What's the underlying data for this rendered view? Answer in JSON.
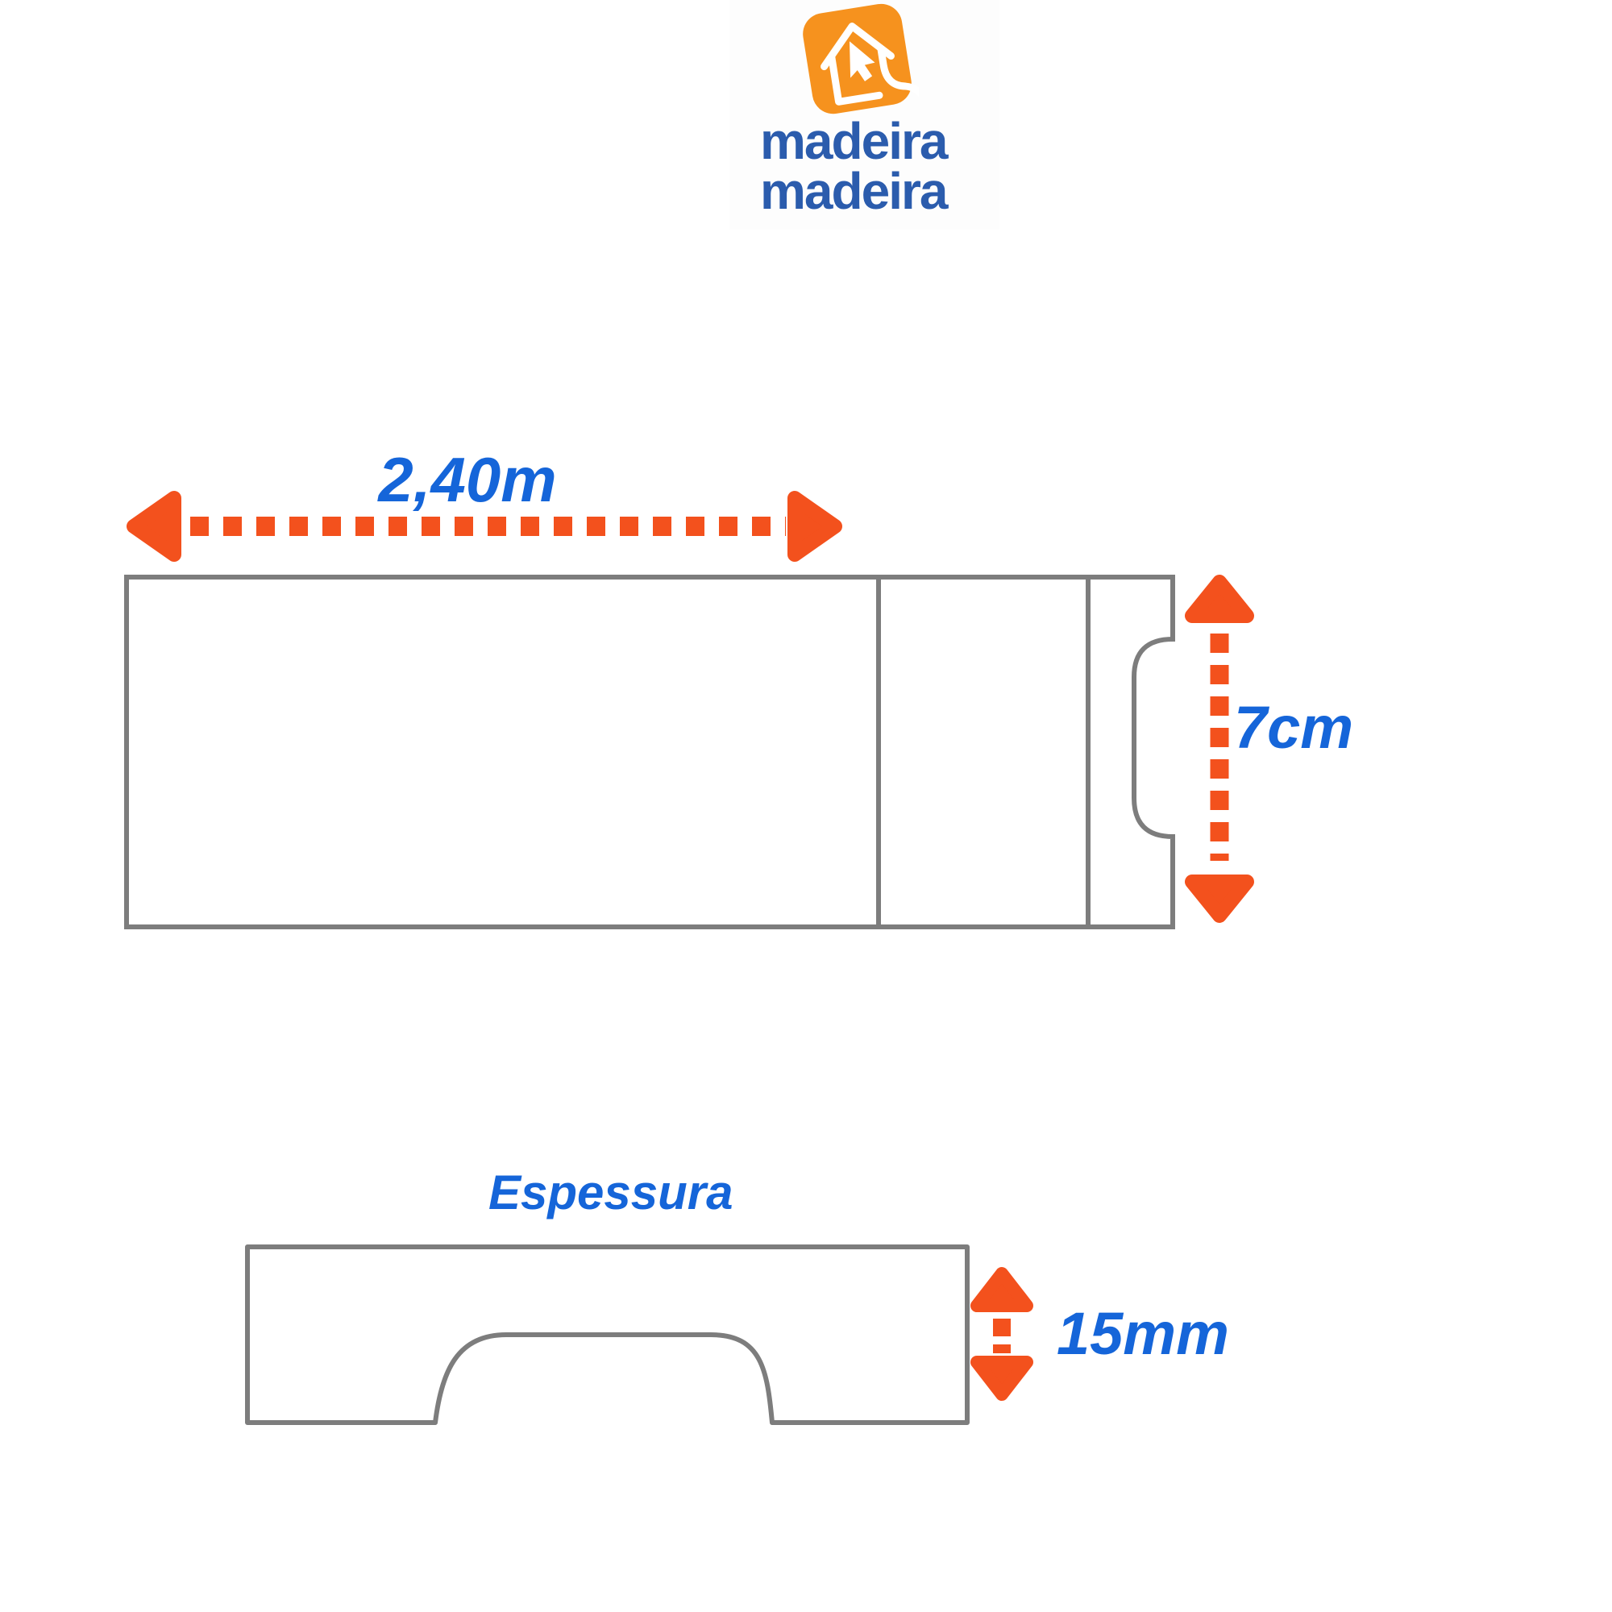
{
  "brand": {
    "name_line1": "madeira",
    "name_line2": "madeira",
    "icon": "house-cursor-icon"
  },
  "diagram": {
    "front_view": {
      "length_label": "2,40m",
      "height_label": "7cm",
      "features": [
        "panel-outline",
        "two-section-divider-lines",
        "recessed-handle-notch-right-edge"
      ]
    },
    "thickness_view": {
      "title": "Espessura",
      "thickness_label": "15mm",
      "features": [
        "profile-outline",
        "arched-handle-recess-cutout"
      ]
    }
  },
  "colors": {
    "dimension_arrow_orange": "#f3511d",
    "dimension_label_blue": "#1565d9",
    "logo_orange": "#f6921e",
    "logo_blue": "#2b5cad",
    "outline_gray": "#7d7d7d",
    "background": "#ffffff"
  }
}
